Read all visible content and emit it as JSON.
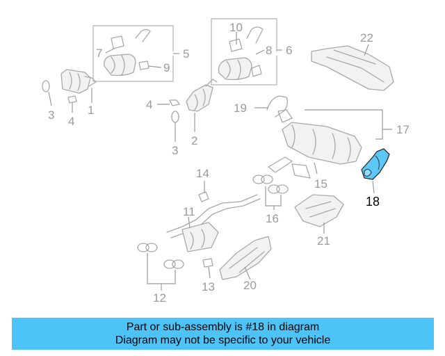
{
  "labels": {
    "l1": "1",
    "l2": "2",
    "l3a": "3",
    "l3b": "3",
    "l4a": "4",
    "l4b": "4",
    "l5": "5",
    "l6": "6",
    "l7": "7",
    "l8": "8",
    "l9": "9",
    "l10": "10",
    "l11": "11",
    "l12": "12",
    "l13": "13",
    "l14": "14",
    "l15": "15",
    "l16": "16",
    "l17": "17",
    "l18": "18",
    "l19": "19",
    "l20": "20",
    "l21": "21",
    "l22": "22"
  },
  "highlight": {
    "part_number": "18",
    "color": "#5bc8f5"
  },
  "banner": {
    "line1": "Part or sub-assembly is #18 in diagram",
    "line2": "Diagram may not be specific to your vehicle",
    "background": "#4dc3f7"
  }
}
